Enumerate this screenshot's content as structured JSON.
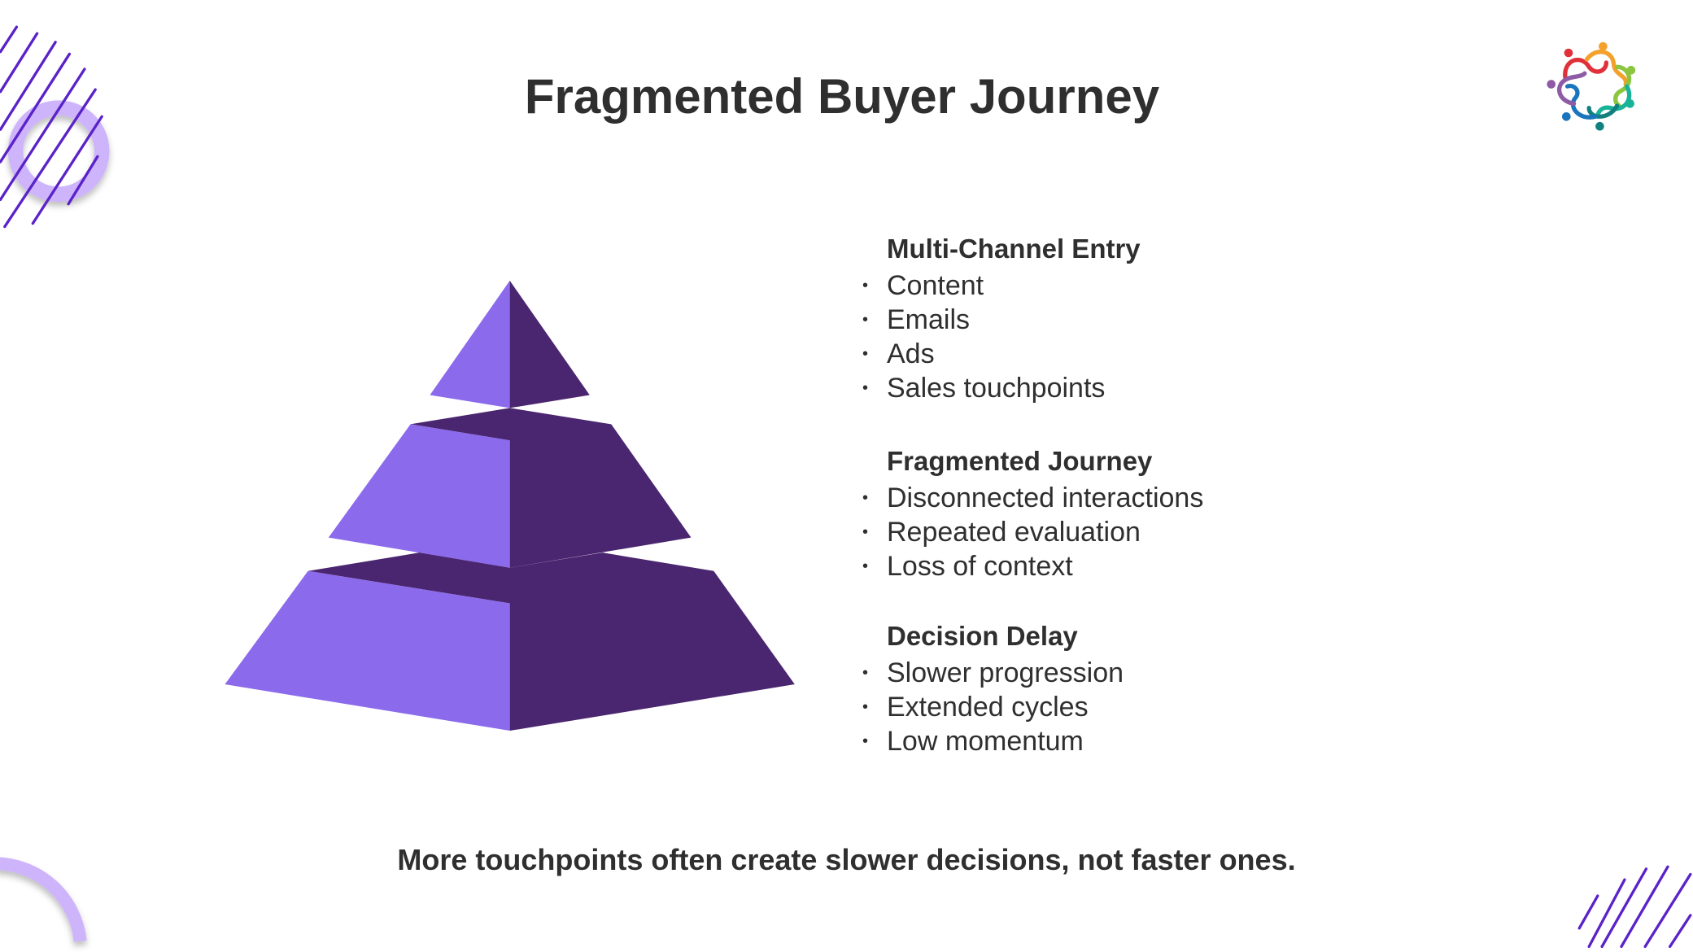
{
  "title": "Fragmented Buyer Journey",
  "sections": [
    {
      "heading": "Multi-Channel Entry",
      "items": [
        "Content",
        "Emails",
        "Ads",
        "Sales touchpoints"
      ]
    },
    {
      "heading": "Fragmented Journey",
      "items": [
        "Disconnected interactions",
        "Repeated evaluation",
        "Loss of context"
      ]
    },
    {
      "heading": "Decision Delay",
      "items": [
        "Slower progression",
        "Extended cycles",
        "Low momentum"
      ]
    }
  ],
  "bullet": "•",
  "footer": "More touchpoints often create slower decisions, not faster ones.",
  "colors": {
    "light_purple": "#8b6aeb",
    "dark_purple": "#4b2670",
    "ring": "#cdb4fb",
    "stripes": "#5a22c8"
  }
}
